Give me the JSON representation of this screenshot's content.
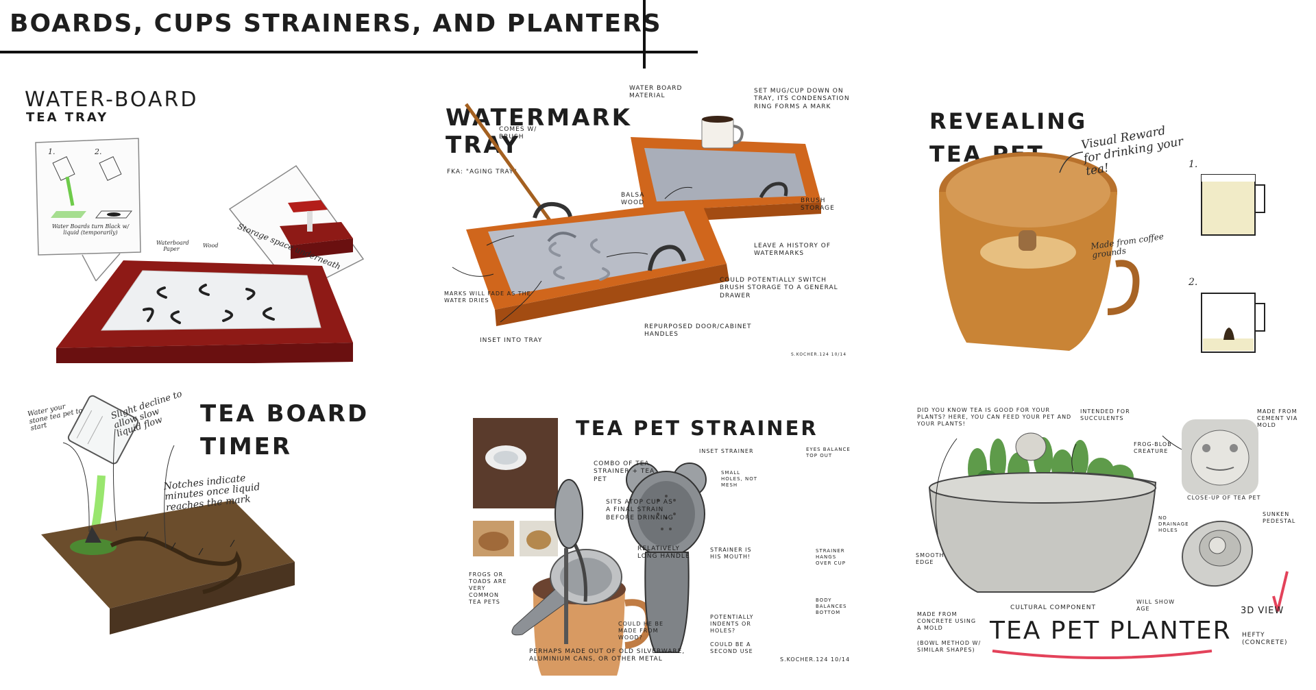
{
  "page_title": "BOARDS, CUPS STRAINERS, AND PLANTERS",
  "panels": {
    "water_board": {
      "title": "WATER-BOARD",
      "subtitle": "TEA TRAY",
      "step1": "1.",
      "step2": "2.",
      "label_liquid": "Water Boards turn Black w/ liquid (temporarily)",
      "label_storage": "Storage space underneath",
      "label_waterboard": "Waterboard Paper",
      "label_wood": "Wood"
    },
    "watermark_tray": {
      "title_line1": "WATERMARK",
      "title_line2": "TRAY",
      "fka": "FKA: \"AGING TRAY\"",
      "comes_brush": "COMES W/ BRUSH",
      "water_board_material": "WATER BOARD MATERIAL",
      "set_mug": "SET MUG/CUP DOWN ON TRAY, ITS CONDENSATION RING FORMS A MARK",
      "balsa": "BALSA WOOD",
      "brush_storage": "BRUSH STORAGE",
      "leave_history": "LEAVE A HISTORY OF WATERMARKS",
      "marks_fade": "MARKS WILL FADE AS THE WATER DRIES",
      "could_switch": "COULD POTENTIALLY SWITCH BRUSH STORAGE TO A GENERAL DRAWER",
      "inset_tray": "INSET INTO TRAY",
      "repurposed": "REPURPOSED DOOR/CABINET HANDLES",
      "signature": "S.KOCHER.124 10/14"
    },
    "revealing": {
      "title_line1": "REVEALING",
      "title_line2": "TEA PET",
      "visual_reward": "Visual Reward for drinking your tea!",
      "made_from": "Made from coffee grounds",
      "step1": "1.",
      "step2": "2."
    },
    "tea_board_timer": {
      "title_line1": "TEA BOARD",
      "title_line2": "TIMER",
      "water_pet": "Water your stone tea pet to start",
      "slight_decline": "Slight decline to allow slow liquid flow",
      "notches": "Notches indicate minutes once liquid reaches the mark"
    },
    "strainer": {
      "title": "TEA PET STRAINER",
      "combo": "COMBO OF TEA STRAINER + TEA PET",
      "sits_atop": "SITS ATOP CUP AS A FINAL STRAIN BEFORE DRINKING",
      "long_handle": "RELATIVELY LONG HANDLE",
      "frogs": "FROGS OR TOADS ARE VERY COMMON TEA PETS",
      "could_be_wood": "COULD HE BE MADE FROM WOOD?",
      "made_out_of": "PERHAPS MADE OUT OF OLD SILVERWARE, ALUMINIUM CANS, OR OTHER METAL",
      "inset_strainer": "INSET STRAINER",
      "small_holes": "SMALL HOLES, NOT MESH",
      "strainer_mouth": "STRAINER IS HIS MOUTH!",
      "indents": "POTENTIALLY INDENTS OR HOLES?",
      "second_use": "COULD BE A SECOND USE",
      "eyes_balance": "EYES BALANCE TOP OUT",
      "strainer_hangs": "STRAINER HANGS OVER CUP",
      "body_balances": "BODY BALANCES BOTTOM",
      "signature": "S.KOCHER.124 10/14"
    },
    "planter": {
      "did_you_know": "DID YOU KNOW TEA IS GOOD FOR YOUR PLANTS? HERE, YOU CAN FEED YOUR PET AND YOUR PLANTS!",
      "succulents": "INTENDED FOR SUCCULENTS",
      "frog_blob": "FROG-BLOB CREATURE",
      "cement_mold": "MADE FROM CEMENT VIA MOLD",
      "close_up": "CLOSE-UP OF TEA PET",
      "no_drainage": "NO DRAINAGE HOLES",
      "sunken": "SUNKEN PEDESTAL",
      "smooth_edge": "SMOOTH EDGE",
      "cultural": "CULTURAL COMPONENT",
      "will_show_age": "WILL SHOW AGE",
      "view_3d": "3D VIEW",
      "concrete_mold": "MADE FROM CONCRETE USING A MOLD",
      "bowl_method": "(BOWL METHOD W/ SIMILAR SHAPES)",
      "planter_title": "TEA PET PLANTER",
      "hefty": "HEFTY (CONCRETE)"
    }
  },
  "colors": {
    "wood_red": "#8e1a16",
    "wood_orange": "#d0661c",
    "water_gray": "#b9bdc7",
    "copper": "#c98436",
    "wood_brown": "#6b4d2c",
    "concrete": "#c7c7c2",
    "succulent": "#5e9b4a",
    "highlight_red": "#e3425a",
    "glow_green": "#7fe04a"
  }
}
